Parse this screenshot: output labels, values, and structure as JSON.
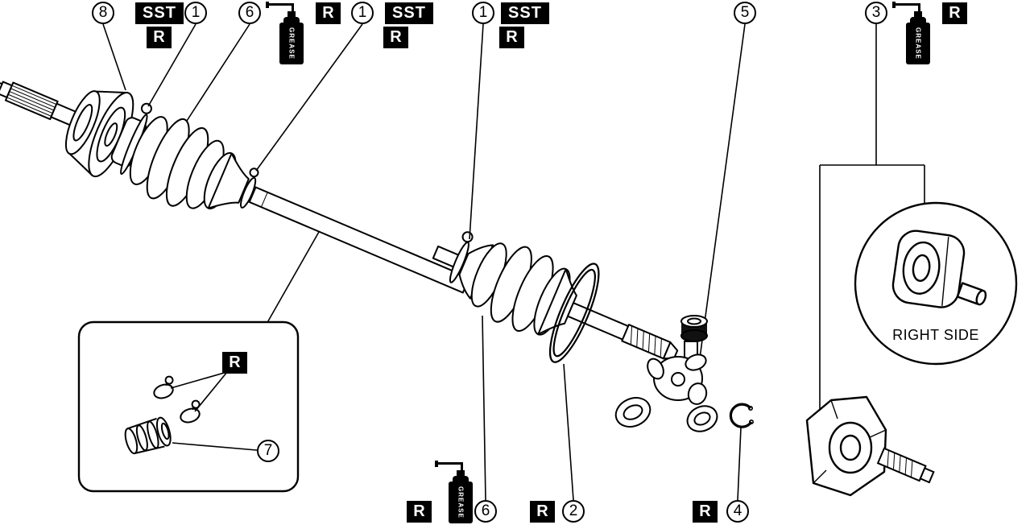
{
  "page": {
    "background": "#ffffff",
    "ink": "#000000"
  },
  "legend": {
    "sst_label": "SST",
    "replace_label": "R",
    "grease_label": "GREASE",
    "right_side_label": "RIGHT SIDE"
  },
  "callouts": {
    "c8": "8",
    "c1a": "1",
    "c6a": "6",
    "c1b": "1",
    "c1c": "1",
    "c5": "5",
    "c3": "3",
    "c7": "7",
    "c6b": "6",
    "c2": "2",
    "c4": "4"
  }
}
